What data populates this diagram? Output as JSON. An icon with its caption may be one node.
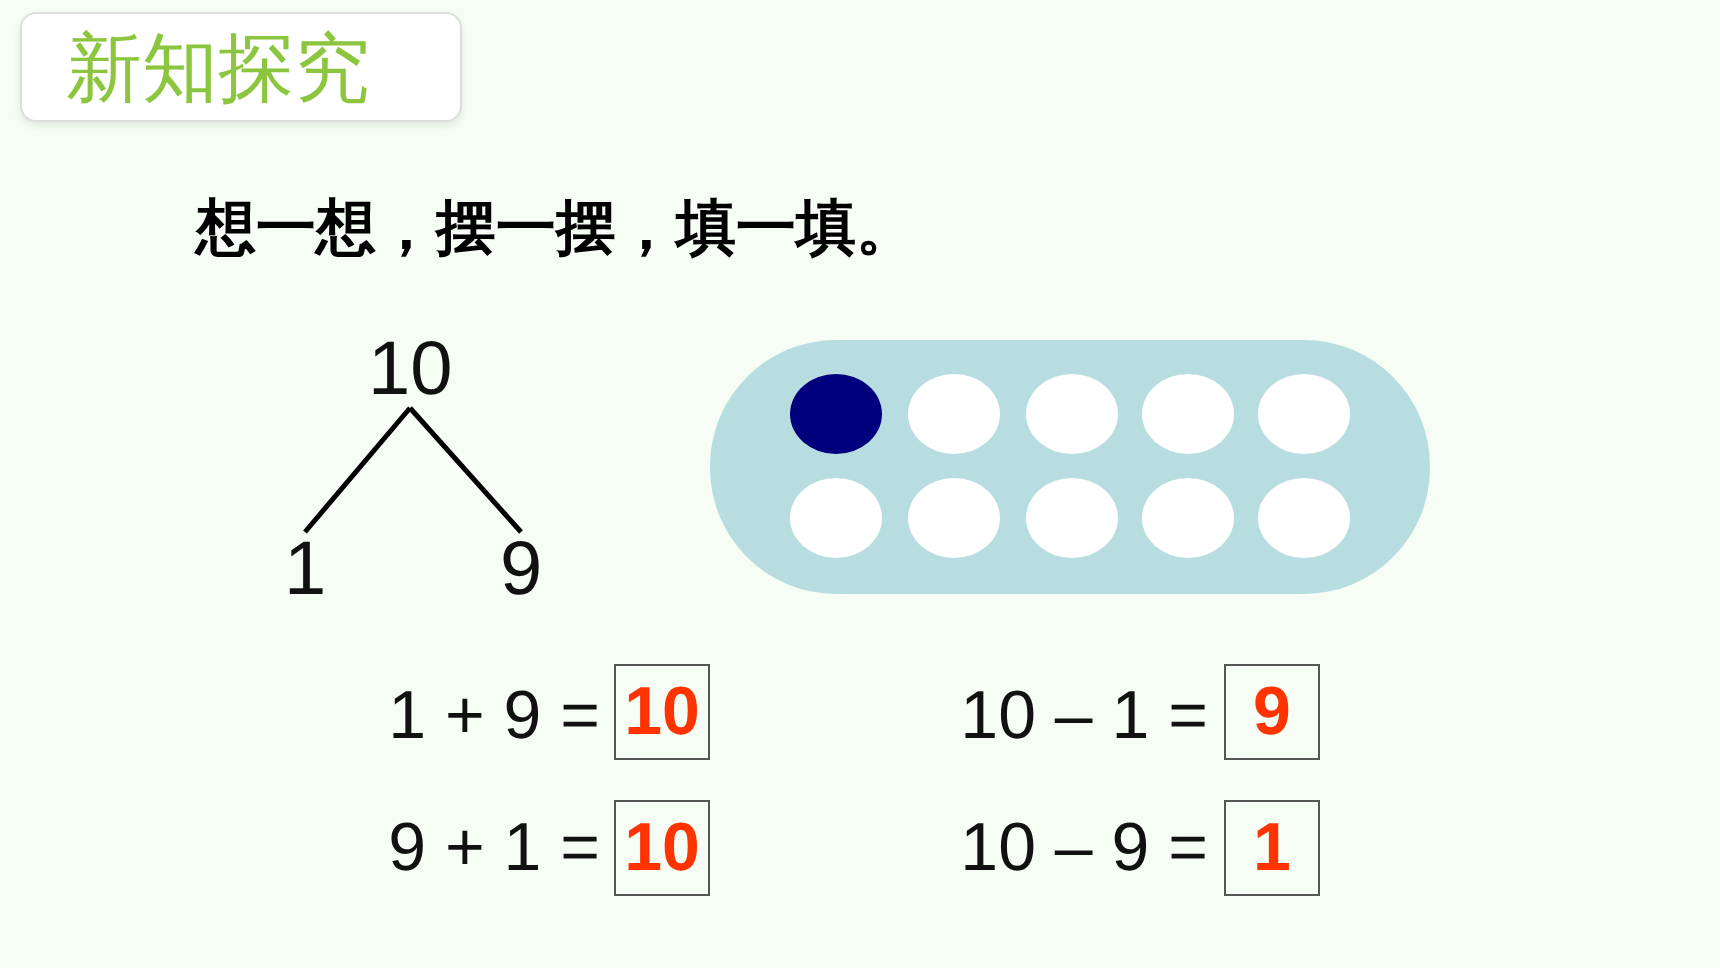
{
  "diagram": {
    "title": "新知探究",
    "nodes": [
      {
        "text": [
          "10"
        ]
      },
      {
        "text": [
          "1"
        ]
      },
      {
        "text": [
          "9"
        ]
      },
      {
        "text": [
          "10"
        ]
      },
      {
        "text": [
          "9"
        ]
      },
      {
        "text": [
          "10"
        ]
      },
      {
        "text": [
          "1"
        ]
      }
    ],
    "edges": [
      {
        "from": 0,
        "to": 1,
        "arrow": "none"
      },
      {
        "from": 0,
        "to": 2,
        "arrow": "none"
      }
    ],
    "labels": [
      "想一想，摆一摆，填一填。",
      "1 + 9 =",
      "10 – 1 =",
      "9 + 1 =",
      "10 – 9 ="
    ]
  }
}
